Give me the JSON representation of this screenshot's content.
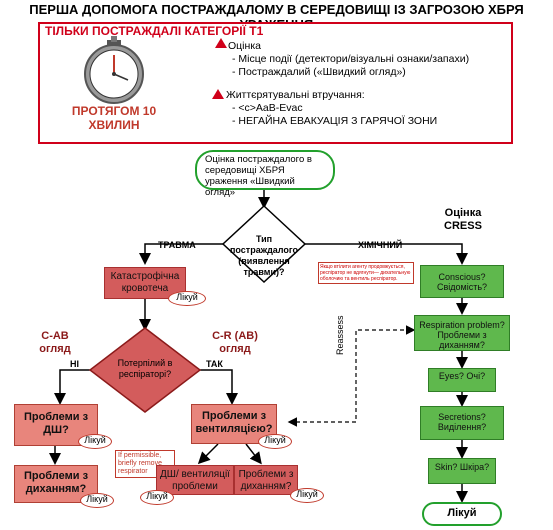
{
  "title": "ПЕРША ДОПОМОГА ПОСТРАЖДАЛОМУ В СЕРЕДОВИЩІ ІЗ ЗАГРОЗОЮ ХБРЯ УРАЖЕННЯ",
  "top_box": {
    "header": "ТІЛЬКИ ПОСТРАЖДАЛІ КАТЕГОРІЇ Т1",
    "timer_text": "ПРОТЯГОМ 10 ХВИЛИН",
    "assess_title": "Оцінка",
    "assess_items": [
      "- Місце події (детектори/візуальні ознаки/запахи)",
      "- Постраждалий («Швидкий огляд»)"
    ],
    "life_title": "Життєрятувальні втручання:",
    "life_items": [
      "- <c>AaB-Evac",
      "- НЕГАЙНА ЕВАКУАЦІЯ З ГАРЯЧОЇ ЗОНИ"
    ]
  },
  "flow": {
    "start": "Оцінка постраждалого в середовищі ХБРЯ ураження «Швидкий огляд»",
    "decision1": "Тип постраждалого (виявлення травми)?",
    "trauma_label": "ТРАВМА",
    "chem_label": "ХІМІЧНИЙ",
    "note_red": "Якщо втілити агенту продовжується, респіратор не вдягнути— дихательную оболочию та вентиль респіратор.",
    "catastrophic": "Катастрофічна кровотеча",
    "treat": "Лікуй",
    "cab_header": "С-АВ огляд",
    "crab_header": "С-R (АВ) огляд",
    "decision2": "Потерпілий в респіраторі?",
    "no_label": "НІ",
    "yes_label": "ТАК",
    "airway_problems": "Проблеми з ДШ?",
    "vent_problems": "Проблеми з вентиляцією?",
    "breathing_problems": "Проблеми з диханням?",
    "breathing_problems2": "Проблеми з диханням?",
    "airway_vent": "ДШ/ вентиляції проблеми",
    "respirator_note": "If permissible, briefly remove respirator",
    "reassess": "Reassess",
    "cress_header": "Оцінка CRESS",
    "cress": [
      "Conscious? Свідомість?",
      "Respiration problem? Проблеми з диханням?",
      "Eyes? Очі?",
      "Secretions? Виділення?",
      "Skin? Шкіра?"
    ],
    "final_treat": "Лікуй"
  },
  "colors": {
    "red_border": "#d0001a",
    "green_border": "#22a02c",
    "red_box": "#d35c5c",
    "pink_box": "#e8857c",
    "green_box": "#5fb84d",
    "header_red": "#8b1a1a"
  },
  "icons": [
    "stopwatch-icon",
    "warning-triangle-icon"
  ]
}
